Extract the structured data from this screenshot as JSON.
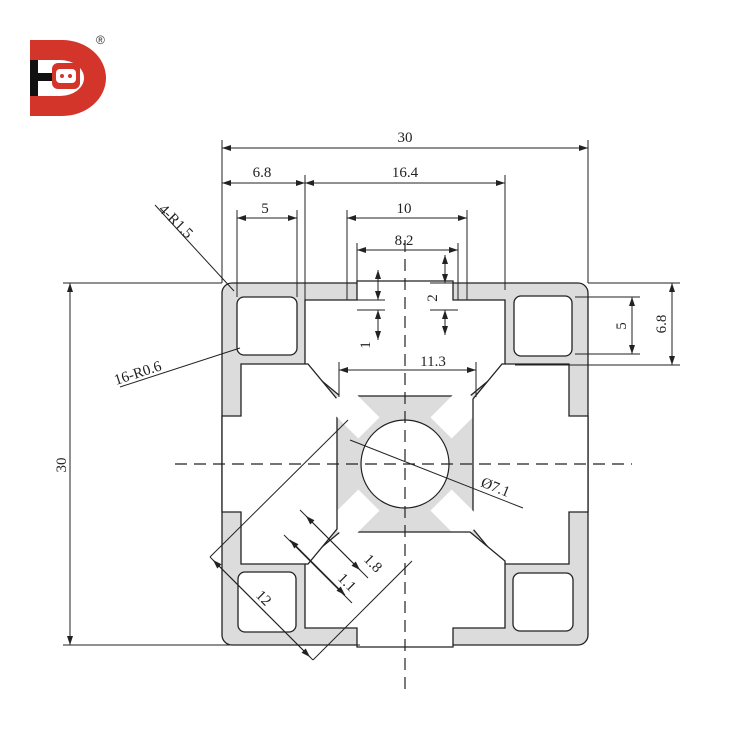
{
  "logo": {
    "text": "HD",
    "registered_mark": "®",
    "brand_color": "#d3352b",
    "dark_color": "#111111"
  },
  "drawing": {
    "profile_fill": "#dcdcdc",
    "line_color": "#222222",
    "dimensions": {
      "overall_width": "30",
      "overall_height": "30",
      "left_wall": "6.8",
      "middle_span": "16.4",
      "hollow_width": "5",
      "slot_outer": "10",
      "slot_opening": "8.2",
      "lip_thickness_1": "1",
      "lip_depth_2": "2",
      "core_width": "11.3",
      "center_bore": "Ø7.1",
      "right_hollow": "5",
      "right_wall": "6.8",
      "corner_radius": "4-R1.5",
      "inner_radius": "16-R0.6",
      "diag_12": "12",
      "diag_1_1": "1.1",
      "diag_1_8": "1.8"
    }
  }
}
